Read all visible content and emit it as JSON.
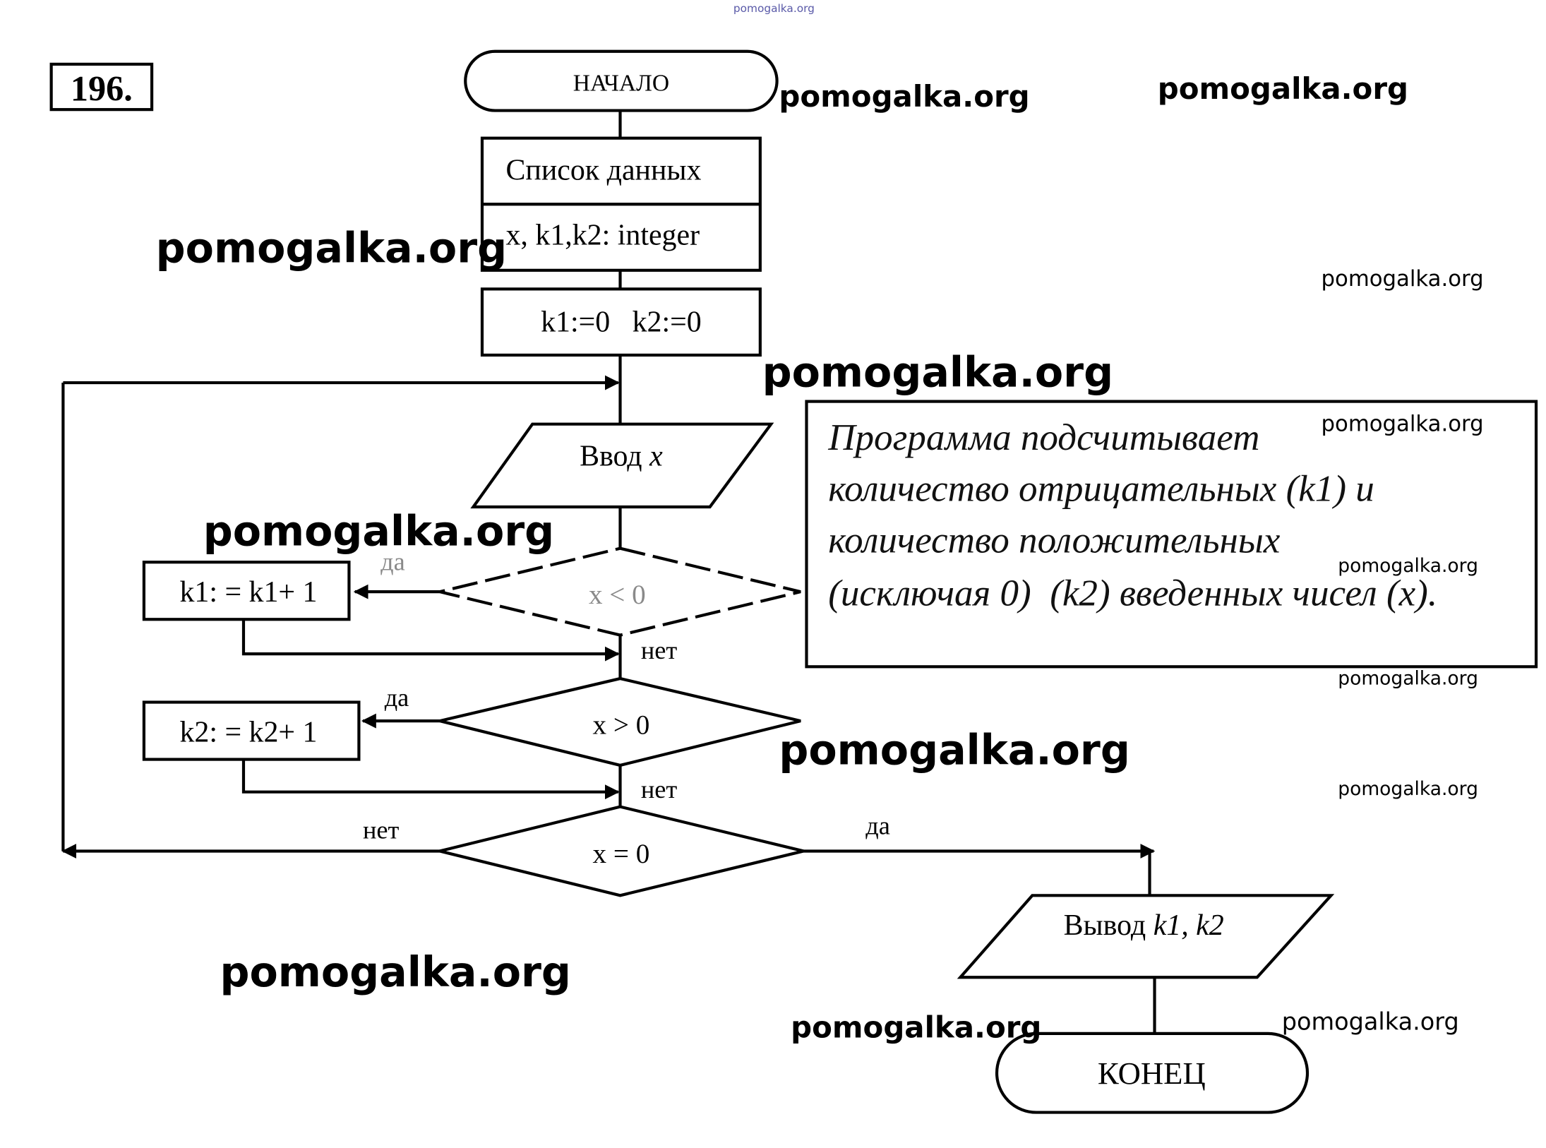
{
  "problem_number": "196.",
  "flowchart": {
    "start": "НАЧАЛО",
    "data_header": "Список данных",
    "data_decl": "x, k1,k2: integer",
    "init": "k1:=0   k2:=0",
    "input_prefix": "Ввод ",
    "input_var": "x",
    "cond1": "x < 0",
    "action1": "k1: = k1+ 1",
    "cond2": "x > 0",
    "action2": "k2: = k2+ 1",
    "cond3": "x = 0",
    "output_prefix": "Вывод ",
    "output_vars": "k1, k2",
    "end": "КОНЕЦ",
    "yes_label": "да",
    "no_label": "нет"
  },
  "note": {
    "lines": [
      "Программа подсчитывает",
      "количество отрицательных (k1) и",
      "количество положительных",
      "(исключая 0)  (k2) введенных чисел (x)."
    ]
  },
  "watermark": "pomogalka.org"
}
